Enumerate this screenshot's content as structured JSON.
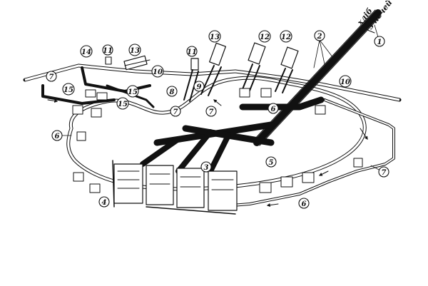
{
  "source_label": {
    "line1": "хліб",
    "line2": "з печей"
  },
  "callouts": {
    "c1": "1",
    "c2": "2",
    "c3": "3",
    "c4": "4",
    "c5": "5",
    "c6_left": "6",
    "c6_bottom": "6",
    "c6_mid": "6",
    "c7_left": "7",
    "c7_right": "7",
    "c7_a": "7",
    "c7_b": "7",
    "c8": "8",
    "c9": "9",
    "c10_left": "10",
    "c10_right": "10",
    "c11_left": "11",
    "c11_mid": "11",
    "c12_a": "12",
    "c12_b": "12",
    "c13_top": "13",
    "c13_left": "13",
    "c14": "14",
    "c15_a": "15",
    "c15_b": "15",
    "c15_c": "15"
  },
  "colors": {
    "ink": "#111111",
    "paper": "#ffffff"
  }
}
